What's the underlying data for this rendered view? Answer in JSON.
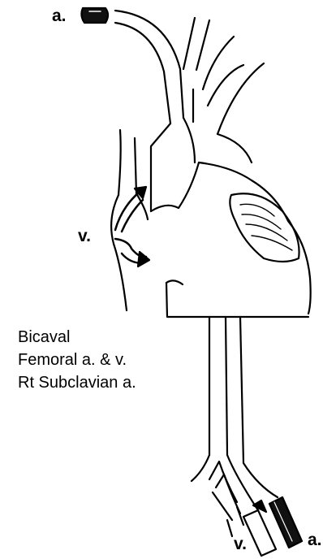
{
  "labels": {
    "top_artery": "a.",
    "mid_vein": "v.",
    "bottom_vein": "v.",
    "bottom_artery": "a."
  },
  "caption": {
    "line1": "Bicaval",
    "line2": "Femoral a. & v.",
    "line3": "Rt  Subclavian a."
  },
  "colors": {
    "stroke": "#000000",
    "background": "#ffffff",
    "cannula_fill": "#111111"
  }
}
